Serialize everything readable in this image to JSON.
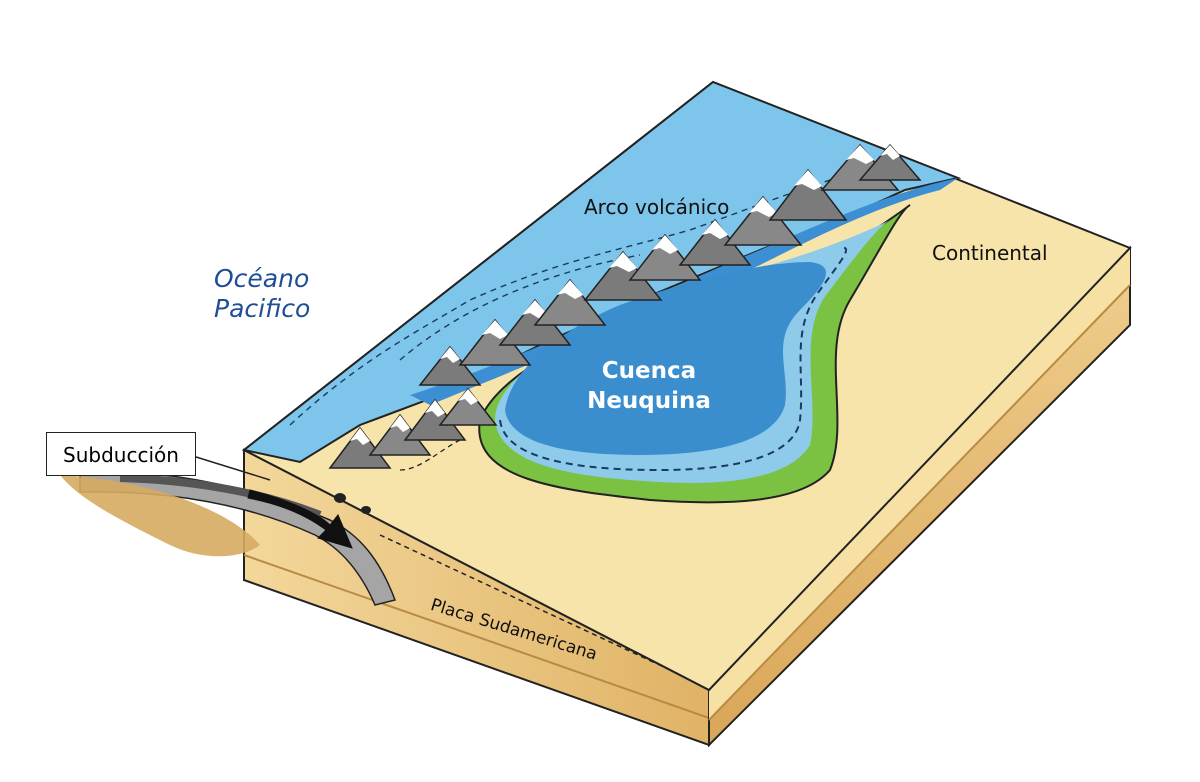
{
  "labels": {
    "ocean_line1": "Océano",
    "ocean_line2": "Pacifico",
    "arc": "Arco volcánico",
    "continental": "Continental",
    "basin_line1": "Cuenca",
    "basin_line2": "Neuquina",
    "subduction": "Subducción",
    "plate": "Placa Sudamericana"
  },
  "colors": {
    "ocean": "#7cc4ea",
    "ocean_dark": "#3d8fd0",
    "basin": "#3c8fcf",
    "basin_ring": "#8fcbea",
    "green_margin": "#7cc242",
    "sand": "#f6e3a8",
    "plate_side": "#e2b56d",
    "mountain": "#7a7a7a",
    "snow": "#ffffff"
  }
}
